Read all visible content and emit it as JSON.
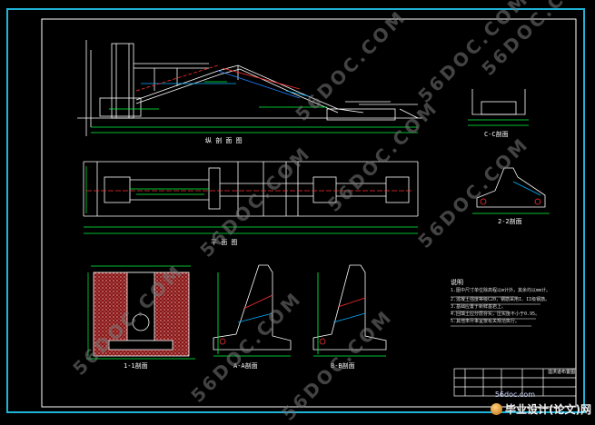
{
  "watermark": {
    "text": "56DOC.COM"
  },
  "site_stamp": {
    "url": "56doc.com",
    "name": "毕业设计(论文)网"
  },
  "views": {
    "longitudinal_section": {
      "caption": "纵 剖 面 图"
    },
    "plan": {
      "caption": "平 面 图"
    },
    "cross_section_a": {
      "caption": "A-A剖面"
    },
    "cross_section_b": {
      "caption": "B-B剖面"
    },
    "cross_section_c": {
      "caption": "C-C剖面"
    },
    "gate_shaft_section": {
      "caption": "1-1剖面"
    },
    "pier_detail": {
      "caption": "2-2剖面"
    }
  },
  "notes": {
    "heading": "说明",
    "lines": [
      "1.图中尺寸单位除高程以m计外，其余均以mm计。",
      "2.混凝土强度等级C20，钢筋采用I、II级钢筋。",
      "3.基础应置于新鲜基岩上。",
      "4.回填土应分层夯实，压实度不小于0.95。",
      "5.其他未尽事宜按有关规范执行。"
    ]
  },
  "title_block": {
    "drawing_title": "溢洪道布置图"
  },
  "colors": {
    "background": "#000000",
    "frame": "#1fb3d8",
    "drawing_line": "#ffffff",
    "dimension_line": "#00ff40",
    "axis_line": "#ff3030",
    "concrete_fill": "#9b1c1c"
  }
}
